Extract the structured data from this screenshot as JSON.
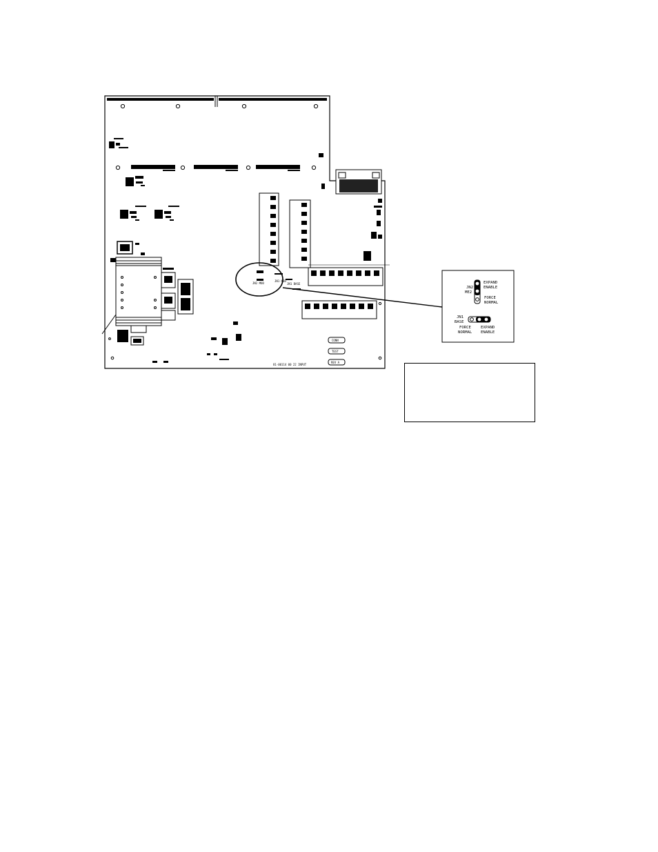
{
  "board": {
    "part_number": "81-00114 00 22 INPUT",
    "buttons": [
      "CONN",
      "TEST",
      "REV A"
    ],
    "jumper_area_labels": [
      "JN2 MOD",
      "JN1 MOD",
      "JN1 BASE"
    ]
  },
  "callout": {
    "jn2": {
      "name": "JN2",
      "sub": "ME2",
      "top_label_1": "EXPAND",
      "top_label_2": "ENABLE",
      "bottom_label_1": "FORCE",
      "bottom_label_2": "NORMAL"
    },
    "jn1": {
      "name": "JN1",
      "sub": "BASE",
      "left_label_1": "FORCE",
      "left_label_2": "NORMAL",
      "right_label_1": "EXPAND",
      "right_label_2": "ENABLE"
    }
  },
  "note_box": {
    "text": ""
  }
}
